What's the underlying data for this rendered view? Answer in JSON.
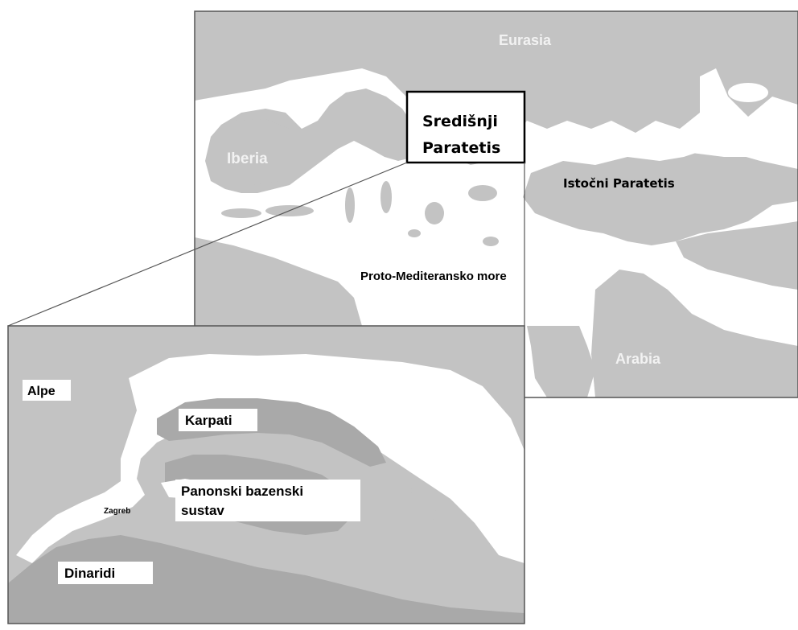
{
  "main_map": {
    "labels": {
      "eurasia": "Eurasia",
      "iberia": "Iberia",
      "arabia": "Arabia",
      "sredisnji_line1": "Središnji",
      "sredisnji_line2": "Paratetis",
      "istocni": "Istočni Paratetis",
      "proto_med": "Proto-Mediteransko more"
    }
  },
  "inset_map": {
    "labels": {
      "alpe": "Alpe",
      "karpati": "Karpati",
      "panonski_line1": "Panonski bazenski",
      "panonski_line2": "sustav",
      "zagreb": "Zagreb",
      "dinaridi": "Dinaridi"
    }
  },
  "colors": {
    "land": "#c3c3c3",
    "land_dark": "#a9a9a9",
    "sea": "#ffffff",
    "frame": "#555555"
  }
}
